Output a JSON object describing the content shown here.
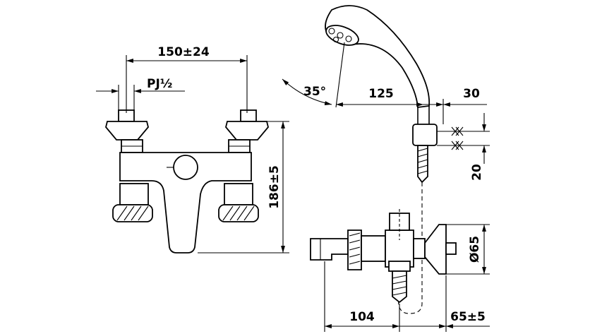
{
  "drawing": {
    "dimensions": {
      "spread": "150±24",
      "thread": "PJ½",
      "height": "186±5",
      "angle": "35°",
      "hose_offset": "125",
      "bracket_width": "30",
      "bracket_height": "20",
      "flange_diameter": "Ø65",
      "spout_length": "104",
      "wall_offset": "65±5"
    }
  }
}
